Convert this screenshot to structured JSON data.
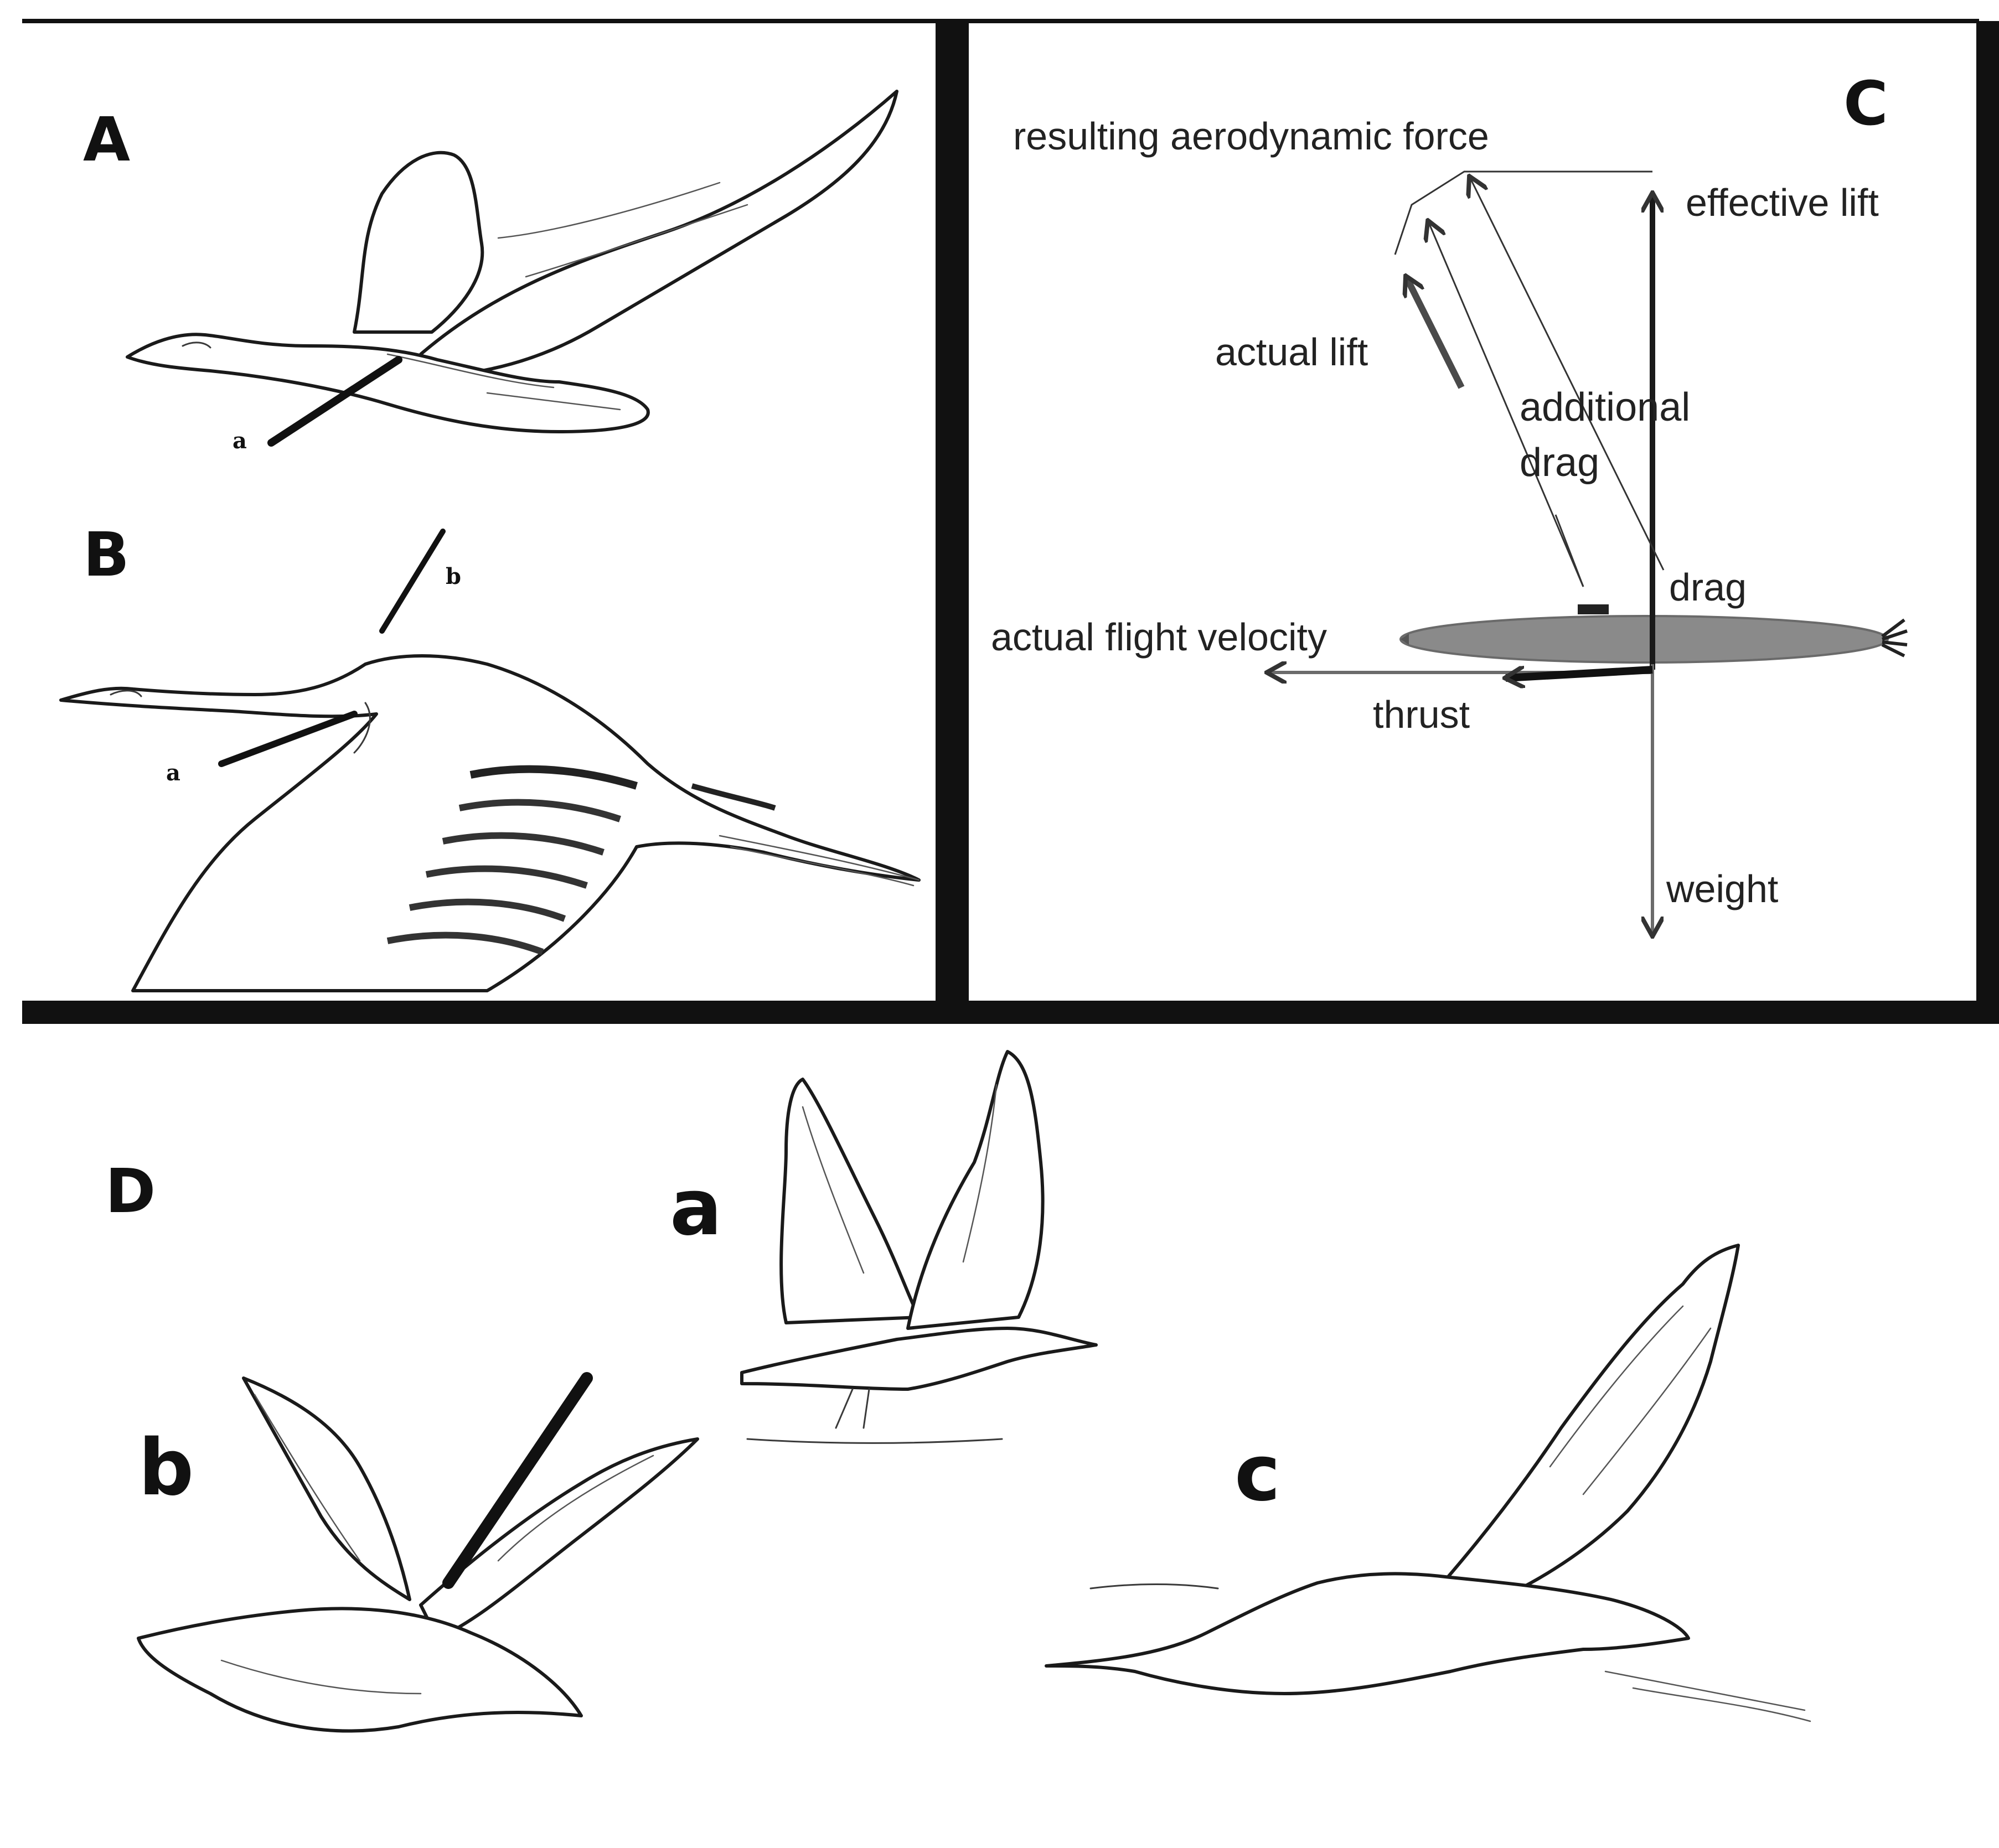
{
  "panels": {
    "A": {
      "label": "A",
      "pointer_label": "a"
    },
    "B": {
      "label": "B",
      "pointer_labels": [
        "a",
        "b"
      ]
    },
    "C": {
      "label": "C",
      "forces": {
        "resulting_force": "resulting aerodynamic force",
        "effective_lift": "effective lift",
        "actual_lift": "actual lift",
        "additional_drag_1": "additional",
        "additional_drag_2": "drag",
        "drag": "drag",
        "flight_velocity": "actual  flight velocity",
        "thrust": "thrust",
        "weight": "weight"
      },
      "colors": {
        "body_fill": "#8a8a8a",
        "arrow_dark": "#1a1a1a",
        "arrow_grey": "#6b6b6b"
      }
    },
    "D": {
      "label": "D",
      "bird_labels": [
        "a",
        "b",
        "c"
      ]
    }
  }
}
